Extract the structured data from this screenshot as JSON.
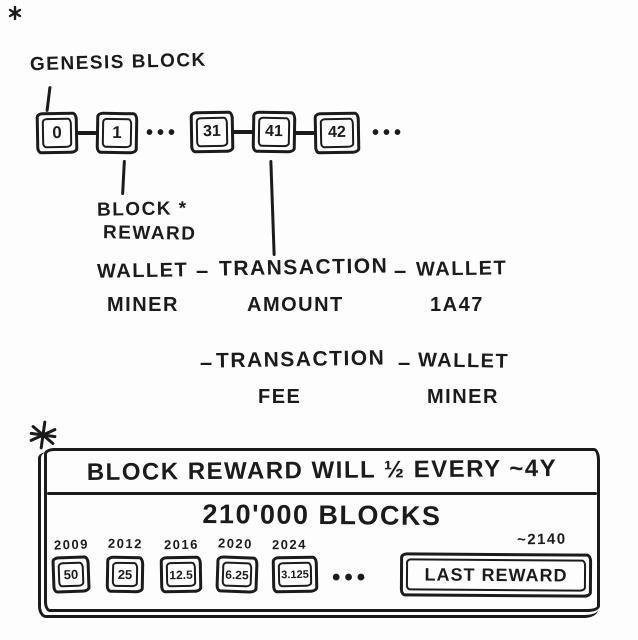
{
  "genesis": {
    "label": "GENESIS BLOCK"
  },
  "chain": {
    "blocks": [
      "0",
      "1",
      "31",
      "41",
      "42"
    ],
    "dots": "•••"
  },
  "annotations": {
    "block_reward_line1": "BLOCK *",
    "block_reward_line2": "REWARD",
    "dash": "–",
    "row1": {
      "from": "WALLET",
      "from_sub": "MINER",
      "mid": "TRANSACTION",
      "mid_sub": "AMOUNT",
      "to": "WALLET",
      "to_sub": "1A47"
    },
    "row2": {
      "mid": "TRANSACTION",
      "mid_sub": "FEE",
      "to": "WALLET",
      "to_sub": "MINER"
    }
  },
  "footnote": {
    "title": "BLOCK REWARD WILL ½ EVERY ~4Y",
    "subtitle": "210'000 BLOCKS",
    "halvings": [
      {
        "year": "2009",
        "reward": "50"
      },
      {
        "year": "2012",
        "reward": "25"
      },
      {
        "year": "2016",
        "reward": "12.5"
      },
      {
        "year": "2020",
        "reward": "6.25"
      },
      {
        "year": "2024",
        "reward": "3.125"
      }
    ],
    "dots": "•••",
    "last_year": "~2140",
    "last_label": "LAST REWARD"
  }
}
